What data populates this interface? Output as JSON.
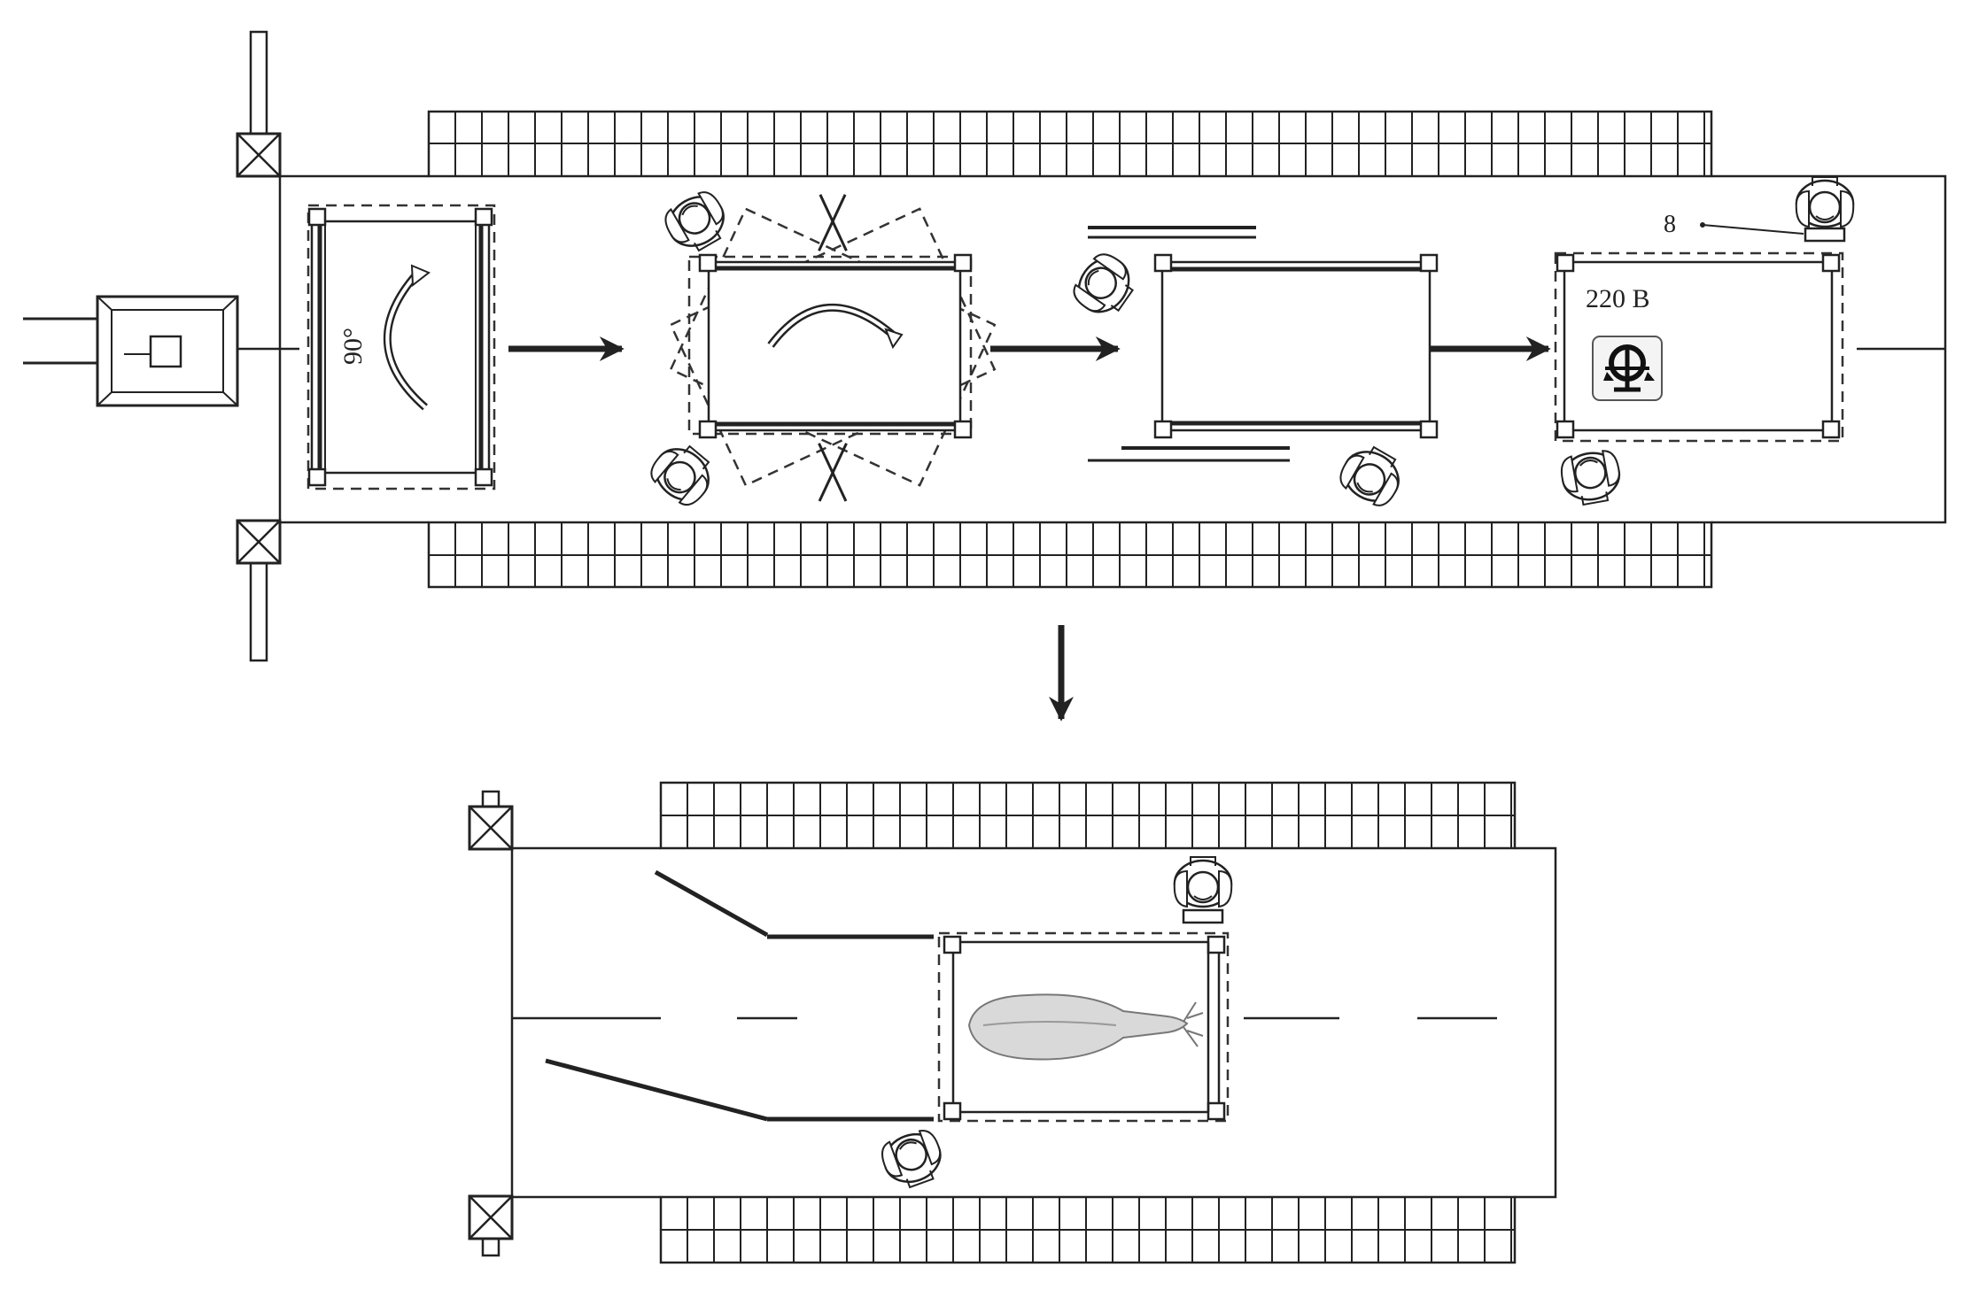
{
  "diagram": {
    "angle_label": "90°",
    "voltage_label": "220 B",
    "callout_label": "8",
    "colors": {
      "line": "#222222",
      "dash": "#333333",
      "fill": "#ffffff",
      "animal_shade": "#d9d9d9"
    },
    "icons": [
      "conveyor-icon",
      "scale-icon",
      "worker-icon",
      "animal-carcass-icon",
      "gate-icon"
    ]
  }
}
